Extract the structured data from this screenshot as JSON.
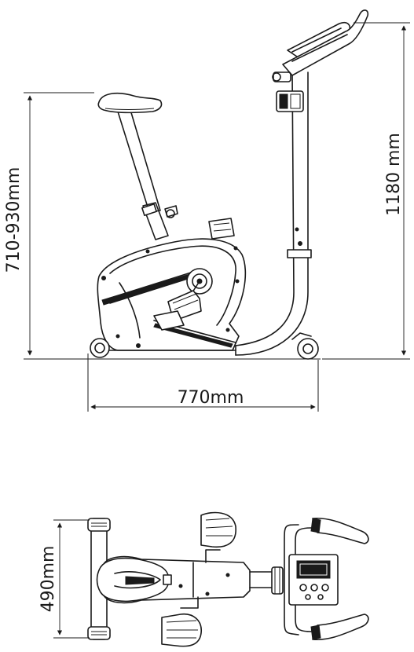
{
  "dimensions": {
    "seat_height": "710-930mm",
    "total_height": "1180 mm",
    "length": "770mm",
    "width": "490mm"
  },
  "colors": {
    "line": "#1a1a1a",
    "background": "#ffffff"
  }
}
